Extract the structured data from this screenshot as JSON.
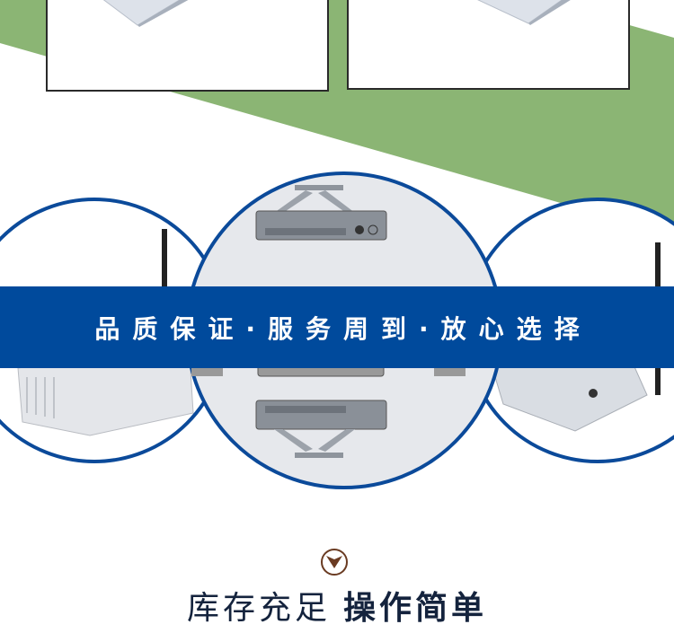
{
  "colors": {
    "green": "#8bb574",
    "band": "#004a9c",
    "circle_border": "#0b4a9a",
    "arrow": "#6a3b22",
    "title": "#14233d"
  },
  "banner": {
    "text": "品质保证·服务周到·放心选择"
  },
  "section": {
    "icon": "chevron-down-circle-icon",
    "title_light": "库存充足",
    "title_bold": "操作简单"
  }
}
